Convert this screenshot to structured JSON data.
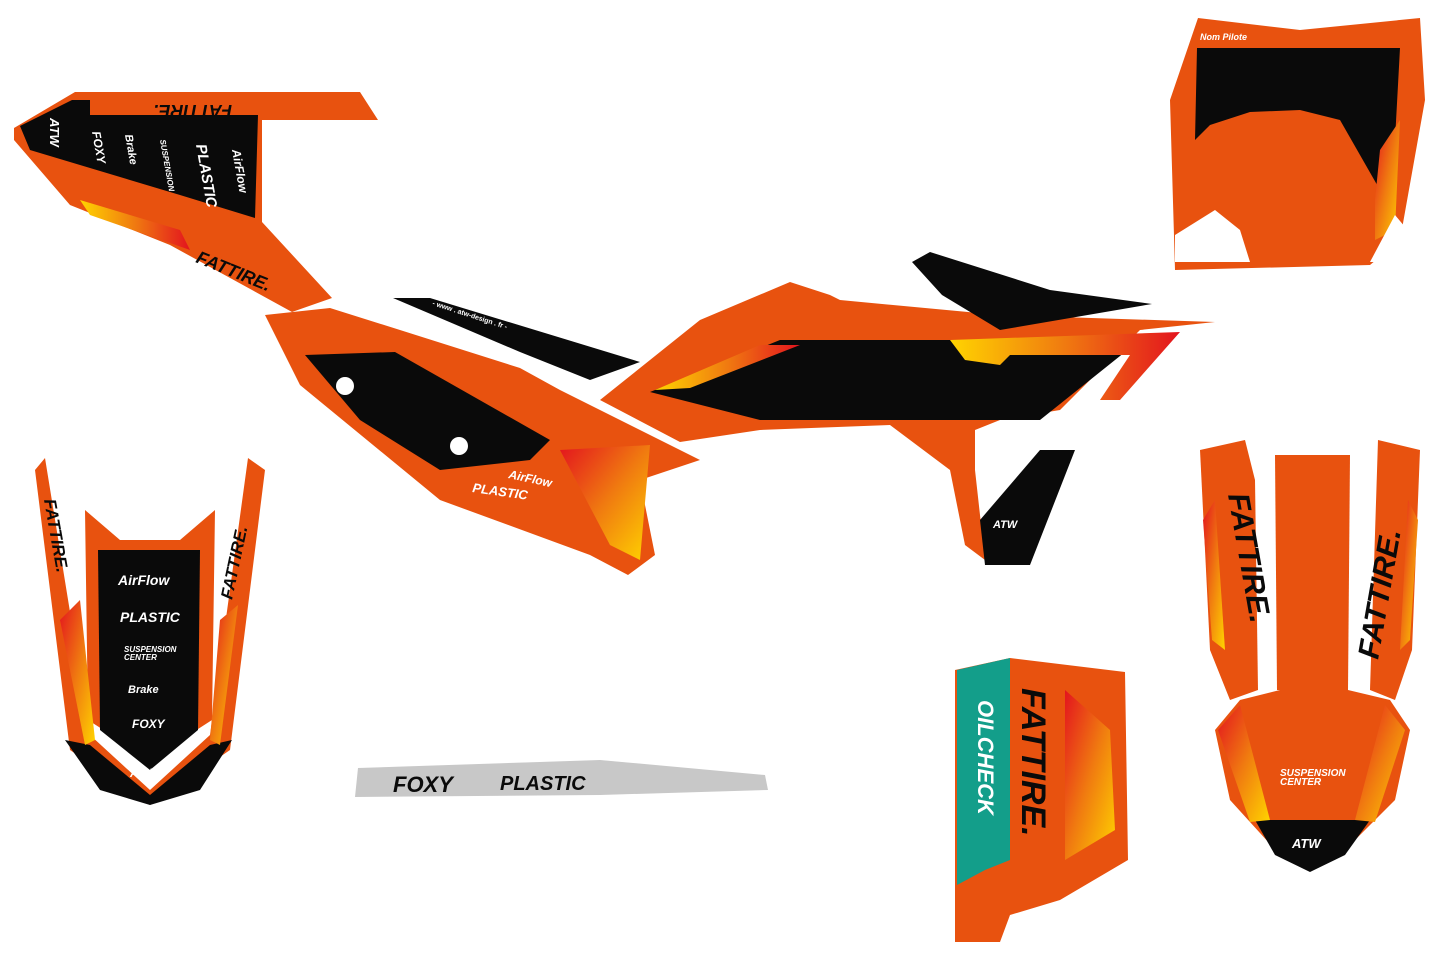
{
  "colors": {
    "orange": "#E8520F",
    "black": "#0A0A0A",
    "teal": "#139E8A",
    "gray": "#C8C8C8",
    "yellow": "#FFD400",
    "red": "#E3141E"
  },
  "brands": {
    "fattire": "FATTIRE.",
    "airflow": "AirFlow",
    "plastic": "PLASTIC",
    "suspension": "SUSPENSION",
    "center": "CENTER",
    "brake": "Brake",
    "foxy": "FOXY",
    "atw": "ATW",
    "oilcheck": "OILCHECK"
  },
  "headlight": {
    "name_label": "Nom Pilote"
  },
  "website": "- www . atw-design . fr -"
}
